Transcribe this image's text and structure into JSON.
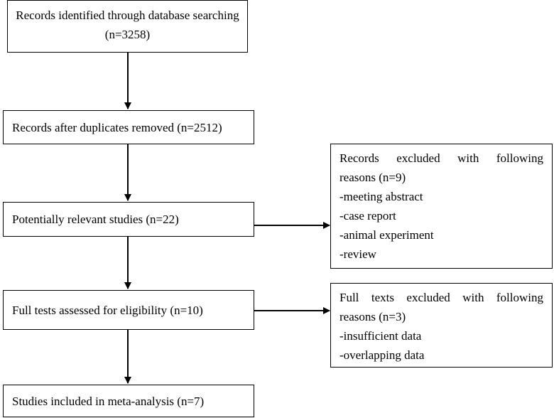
{
  "boxes": {
    "identified": "Records identified through database searching (n=3258)",
    "duplicates_removed": "Records after duplicates removed (n=2512)",
    "relevant": "Potentially relevant studies (n=22)",
    "full_tests": "Full tests assessed for eligibility (n=10)",
    "included": "Studies included in meta-analysis (n=7)"
  },
  "exclusions": {
    "records": {
      "title_line1": "Records excluded with following",
      "title_line2": "reasons (n=9)",
      "reasons": [
        "-meeting abstract",
        "-case report",
        "-animal experiment",
        "-review"
      ]
    },
    "full_texts": {
      "title_line1": "Full texts excluded with following",
      "title_line2": "reasons (n=3)",
      "reasons": [
        "-insufficient data",
        "-overlapping data"
      ]
    }
  }
}
